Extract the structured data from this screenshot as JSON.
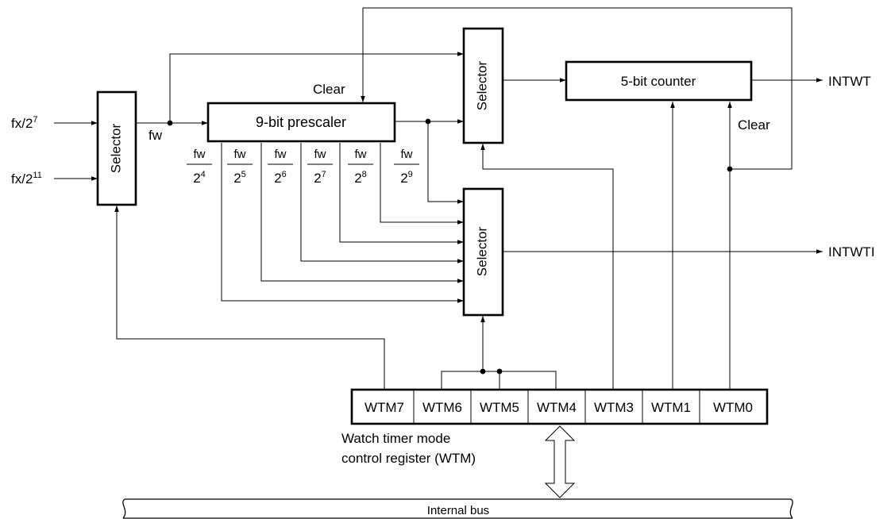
{
  "inputs": {
    "fx27": {
      "base": "fx/2",
      "exp": "7"
    },
    "fx211": {
      "base": "fx/2",
      "exp": "11"
    },
    "fw": "fw"
  },
  "blocks": {
    "input_selector": "Selector",
    "prescaler": "9-bit prescaler",
    "top_selector": "Selector",
    "mid_selector": "Selector",
    "counter": "5-bit counter"
  },
  "labels": {
    "clear_prescaler": "Clear",
    "clear_counter": "Clear"
  },
  "taps": [
    {
      "num": "fw",
      "den": "2",
      "exp": "4"
    },
    {
      "num": "fw",
      "den": "2",
      "exp": "5"
    },
    {
      "num": "fw",
      "den": "2",
      "exp": "6"
    },
    {
      "num": "fw",
      "den": "2",
      "exp": "7"
    },
    {
      "num": "fw",
      "den": "2",
      "exp": "8"
    },
    {
      "num": "fw",
      "den": "2",
      "exp": "9"
    }
  ],
  "outputs": {
    "intwt": "INTWT",
    "intwti": "INTWTI"
  },
  "register": {
    "bits": [
      "WTM7",
      "WTM6",
      "WTM5",
      "WTM4",
      "WTM3",
      "WTM1",
      "WTM0"
    ],
    "name_line1": "Watch timer mode",
    "name_line2": "control register (WTM)"
  },
  "bus": {
    "label": "Internal bus"
  }
}
